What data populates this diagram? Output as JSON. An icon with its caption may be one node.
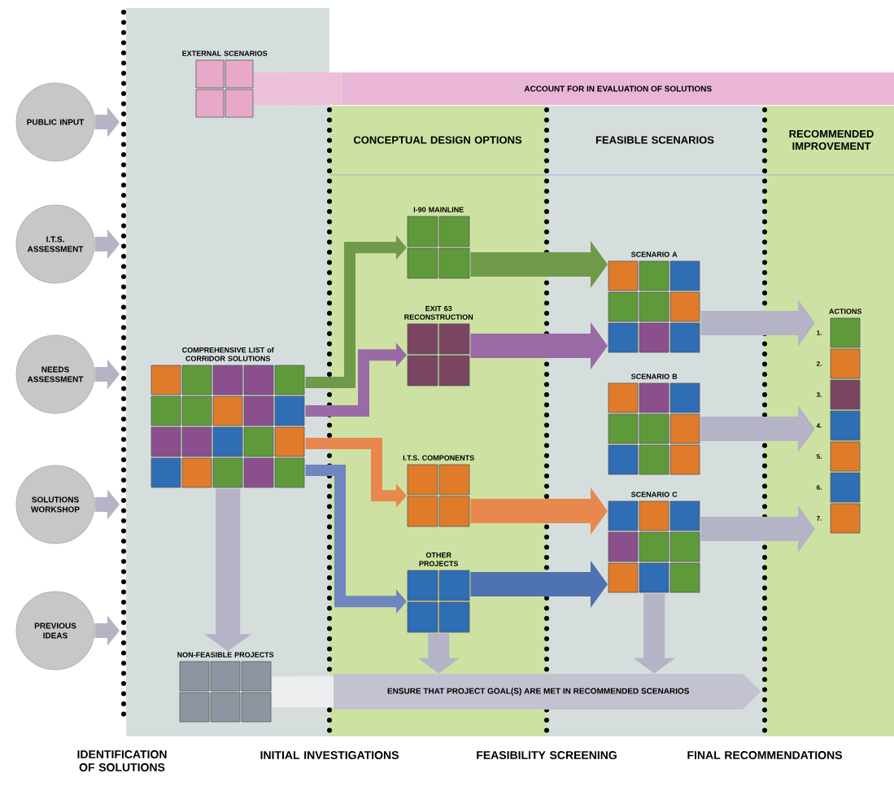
{
  "diagram": {
    "nodes": [
      {
        "text": [
          "PUBLIC INPUT"
        ]
      },
      {
        "text": [
          "I.T.S. ASSESSMENT"
        ]
      },
      {
        "text": [
          "NEEDS ASSESSMENT"
        ]
      },
      {
        "text": [
          "SOLUTIONS WORKSHOP"
        ]
      },
      {
        "text": [
          "PREVIOUS IDEAS"
        ]
      },
      {
        "text": [
          "EXTERNAL SCENARIOS"
        ]
      },
      {
        "text": [
          "ACCOUNT FOR IN EVALUATION OF SOLUTIONS"
        ]
      },
      {
        "text": [
          "COMPREHENSIVE LIST of CORRIDOR SOLUTIONS"
        ]
      },
      {
        "text": [
          "I-90 MAINLINE"
        ]
      },
      {
        "text": [
          "EXIT 63 RECONSTRUCTION"
        ]
      },
      {
        "text": [
          "I.T.S. COMPONENTS"
        ]
      },
      {
        "text": [
          "OTHER PROJECTS"
        ]
      },
      {
        "text": [
          "SCENARIO A"
        ]
      },
      {
        "text": [
          "SCENARIO B"
        ]
      },
      {
        "text": [
          "SCENARIO C"
        ]
      },
      {
        "text": [
          "ACTIONS"
        ]
      },
      {
        "text": [
          "NON-FEASIBLE PROJECTS"
        ]
      },
      {
        "text": [
          "ENSURE THAT PROJECT GOAL(S) ARE MET IN RECOMMENDED SCENARIOS"
        ]
      }
    ],
    "edges": [
      {
        "from": 0,
        "to": null,
        "arrow": "to"
      },
      {
        "from": 1,
        "to": null,
        "arrow": "to"
      },
      {
        "from": 2,
        "to": null,
        "arrow": "to"
      },
      {
        "from": 3,
        "to": null,
        "arrow": "to"
      },
      {
        "from": 4,
        "to": null,
        "arrow": "to"
      },
      {
        "from": 5,
        "to": 6,
        "arrow": "none",
        "color": "#eebfd8"
      },
      {
        "from": 7,
        "to": 16,
        "arrow": "to"
      },
      {
        "from": 7,
        "to": 8,
        "arrow": "to",
        "color": "#6f9a4a"
      },
      {
        "from": 7,
        "to": 9,
        "arrow": "to",
        "color": "#9a6aa6"
      },
      {
        "from": 7,
        "to": 10,
        "arrow": "to",
        "color": "#e8884e"
      },
      {
        "from": 7,
        "to": 11,
        "arrow": "to",
        "color": "#6f86c0"
      },
      {
        "from": 8,
        "to": 12,
        "arrow": "to",
        "color": "#6f9a4a"
      },
      {
        "from": 9,
        "to": 12,
        "arrow": "to",
        "color": "#9a6aa6"
      },
      {
        "from": 10,
        "to": 14,
        "arrow": "to",
        "color": "#e8884e"
      },
      {
        "from": 11,
        "to": 14,
        "arrow": "to",
        "color": "#4f72b0"
      },
      {
        "from": 12,
        "to": 15,
        "arrow": "to"
      },
      {
        "from": 13,
        "to": 15,
        "arrow": "to"
      },
      {
        "from": 14,
        "to": 15,
        "arrow": "to"
      },
      {
        "from": 16,
        "to": 17,
        "arrow": "none",
        "color": "#eceef0"
      },
      {
        "from": 11,
        "to": 17,
        "arrow": "to"
      },
      {
        "from": 14,
        "to": 17,
        "arrow": "to"
      }
    ],
    "labels": [
      "CONCEPTUAL DESIGN OPTIONS",
      "FEASIBLE SCENARIOS",
      "RECOMMENDED IMPROVEMENT",
      "1.",
      "2.",
      "3.",
      "4.",
      "5.",
      "6.",
      "7.",
      "IDENTIFICATION OF SOLUTIONS",
      "INITIAL INVESTIGATIONS",
      "FEASIBILITY SCREENING",
      "FINAL RECOMMENDATIONS"
    ]
  }
}
